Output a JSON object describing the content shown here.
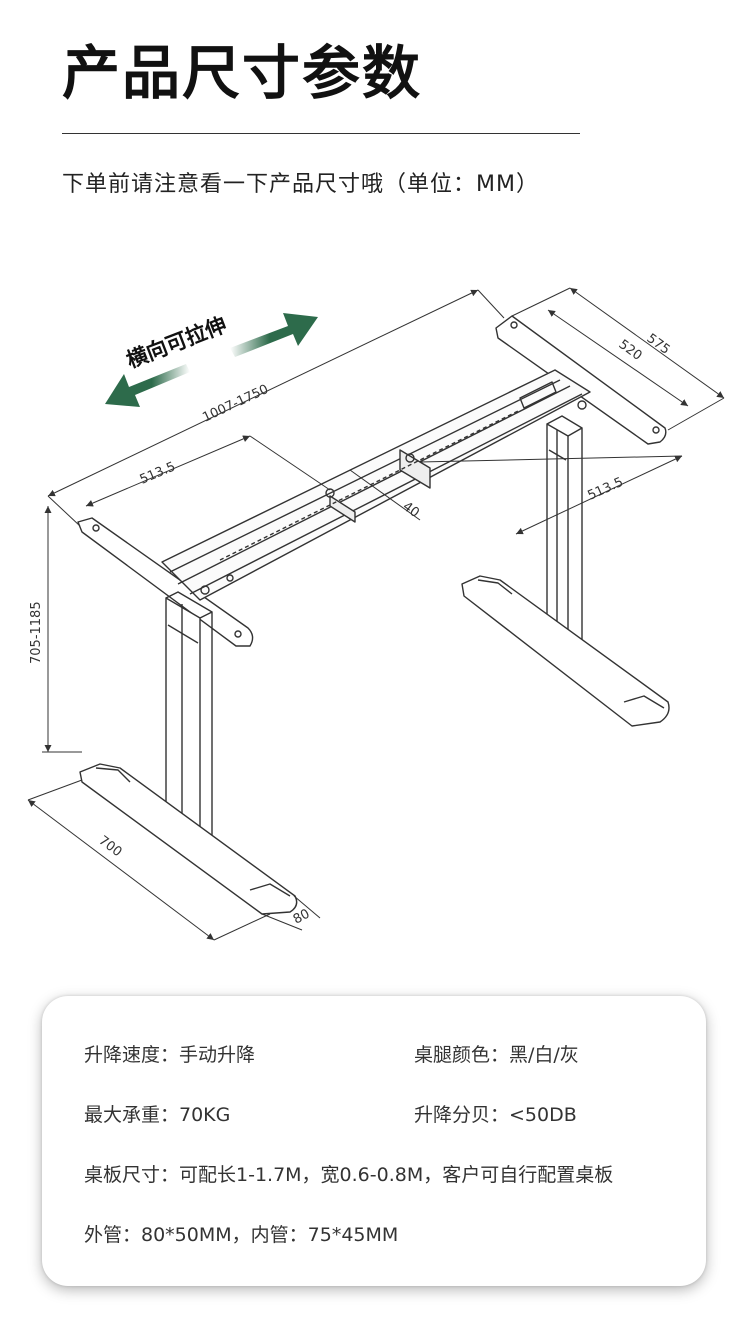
{
  "page": {
    "title": "产品尺寸参数",
    "subtitle": "下单前请注意看一下产品尺寸哦（单位：MM）"
  },
  "diagram": {
    "arrow_label": "横向可拉伸",
    "colors": {
      "arrow": "#2d6b4b",
      "line": "#333333"
    },
    "dimensions": {
      "width_range": "1007-1750",
      "height_range": "705-1185",
      "top_bracket_left": "513.5",
      "top_bracket_right": "513.5",
      "top_bracket_outer": "575",
      "top_bracket_inner": "520",
      "beam_gap": "40",
      "foot_length": "700",
      "foot_width": "80"
    }
  },
  "specs": {
    "speed": "升降速度：手动升降",
    "color": "桌腿颜色：黑/白/灰",
    "load": "最大承重：70KG",
    "noise": "升降分贝：<50DB",
    "top_size": "桌板尺寸：可配长1-1.7M，宽0.6-0.8M，客户可自行配置桌板",
    "tubes": "外管：80*50MM，内管：75*45MM"
  }
}
